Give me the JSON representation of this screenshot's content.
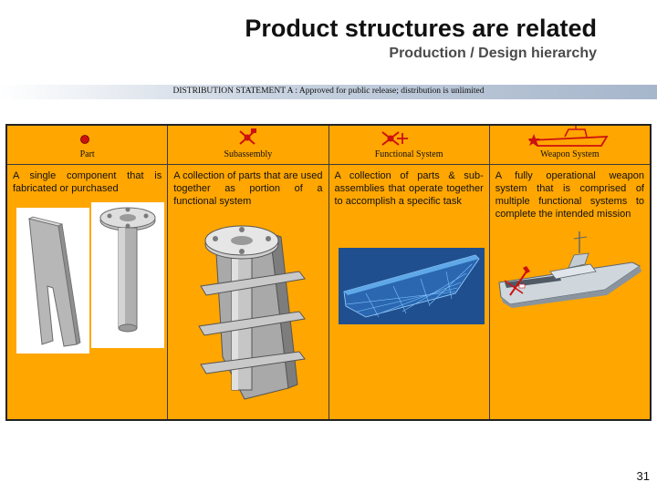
{
  "slide": {
    "title": "Product structures are related",
    "subtitle": "Production / Design hierarchy",
    "distribution": "DISTRIBUTION STATEMENT A : Approved for public release; distribution is unlimited",
    "page_number": "31"
  },
  "columns": [
    {
      "label": "Part",
      "description": "A single component that is fabricated or purchased",
      "icon": "dot-icon"
    },
    {
      "label": "Subassembly",
      "description": "A collection of parts that are used together as portion of a functional system",
      "icon": "crossed-parts-icon"
    },
    {
      "label": "Functional System",
      "description": "A collection of parts & sub-assemblies that operate together to accomplish a specific task",
      "icon": "crossed-assemblies-icon"
    },
    {
      "label": "Weapon System",
      "description": "A fully operational weapon system that is comprised of multiple functional systems to complete the intended mission",
      "icon": "ship-outline-icon"
    }
  ],
  "colors": {
    "table_fill": "#ffa600",
    "accent_red": "#cc1111",
    "band_blue": "#a6b6cb"
  }
}
